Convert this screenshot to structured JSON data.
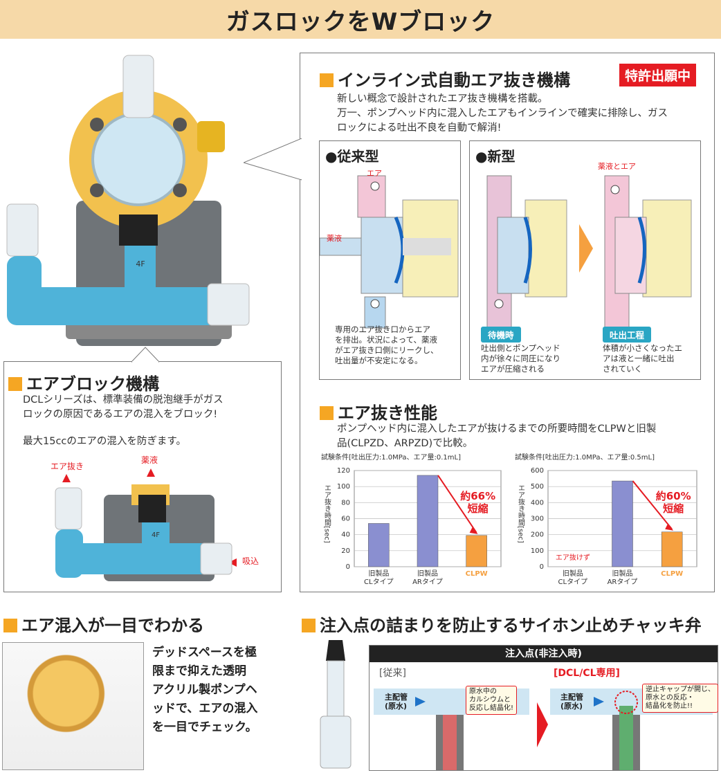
{
  "banner": "ガスロックをWブロック",
  "inline": {
    "title": "インライン式自動エア抜き機構",
    "patent": "特許出願中",
    "line1": "新しい概念で設計されたエア抜き機構を搭載。",
    "line2": "万一、ポンプヘッド内に混入したエアもインラインで確実に排除し、ガス",
    "line3": "ロックによる吐出不良を自動で解消!",
    "old": {
      "title": "●従来型",
      "air": "エア",
      "liquid": "薬液",
      "desc1": "専用のエア抜き口からエア",
      "desc2": "を排出。状況によって、薬液",
      "desc3": "がエア抜き口側にリークし、",
      "desc4": "吐出量が不安定になる。"
    },
    "new": {
      "title": "●新型",
      "both": "薬液とエア",
      "standby": "待機時",
      "discharge": "吐出工程",
      "s1": "吐出側とポンプヘッド",
      "s2": "内が徐々に同圧になり",
      "s3": "エアが圧縮される",
      "d1": "体積が小さくなったエ",
      "d2": "アは液と一緒に吐出",
      "d3": "されていく"
    }
  },
  "airblock": {
    "title": "エアブロック機構",
    "l1": "DCLシリーズは、標準装備の脱泡継手がガス",
    "l2": "ロックの原因であるエアの混入をブロック!",
    "l3": "最大15ccのエアの混入を防ぎます。",
    "airout": "エア抜き",
    "liquid": "薬液",
    "intake": "吸込",
    "label4f": "4F"
  },
  "perf": {
    "title": "エア抜き性能",
    "l1": "ポンプヘッド内に混入したエアが抜けるまでの所要時間をCLPWと旧製",
    "l2": "品(CLPZD、ARPZD)で比較。"
  },
  "chart_data": [
    {
      "type": "bar",
      "condition": "試験条件[吐出圧力:1.0MPa、エア量:0.1mL]",
      "ylabel": "エア抜き時間[sec]",
      "ylim": [
        0,
        120
      ],
      "yticks": [
        0,
        20,
        40,
        60,
        80,
        100,
        120
      ],
      "categories": [
        "旧製品 CLタイプ",
        "旧製品 ARタイプ",
        "CLPW"
      ],
      "cat_lines": [
        [
          "旧製品",
          "CLタイプ"
        ],
        [
          "旧製品",
          "ARタイプ"
        ],
        [
          "CLPW"
        ]
      ],
      "values": [
        54,
        114,
        39
      ],
      "annotation": [
        "約66%",
        "短縮"
      ]
    },
    {
      "type": "bar",
      "condition": "試験条件[吐出圧力:1.0MPa、エア量:0.5mL]",
      "ylabel": "エア抜き時間[sec]",
      "ylim": [
        0,
        600
      ],
      "yticks": [
        0,
        100,
        200,
        300,
        400,
        500,
        600
      ],
      "categories": [
        "旧製品 CLタイプ",
        "旧製品 ARタイプ",
        "CLPW"
      ],
      "cat_lines": [
        [
          "旧製品",
          "CLタイプ"
        ],
        [
          "旧製品",
          "ARタイプ"
        ],
        [
          "CLPW"
        ]
      ],
      "values": [
        null,
        535,
        217
      ],
      "note": "エア抜けず",
      "annotation": [
        "約60%",
        "短縮"
      ]
    }
  ],
  "mix": {
    "title": "エア混入が一目でわかる",
    "l1": "デッドスペースを極",
    "l2": "限まで抑えた透明",
    "l3": "アクリル製ポンプヘ",
    "l4": "ッドで、エアの混入",
    "l5": "を一目でチェック。"
  },
  "check": {
    "title": "注入点の詰まりを防止するサイホン止めチャッキ弁",
    "bar": "注入点(非注入時)",
    "old": "[従来]",
    "newlbl": "[DCL/CL専用]",
    "pipe1": "主配管",
    "pipe2": "(原水)",
    "note_old": [
      "原水中の",
      "カルシウムと",
      "反応し結晶化!"
    ],
    "note_new": [
      "逆止キャップが開じ、",
      "原水との反応・",
      "結晶化を防止!!"
    ]
  },
  "colors": {
    "accent": "#f5a623",
    "red": "#e51c23",
    "bar": "#8a8fd0",
    "barnew": "#f5a040"
  }
}
